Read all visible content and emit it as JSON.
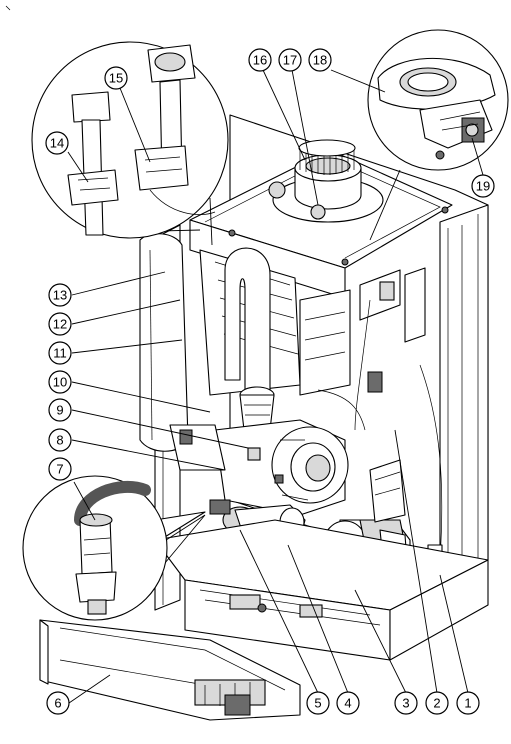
{
  "figure": {
    "callouts": [
      {
        "id": "c1",
        "label": "1"
      },
      {
        "id": "c2",
        "label": "2"
      },
      {
        "id": "c3",
        "label": "3"
      },
      {
        "id": "c4",
        "label": "4"
      },
      {
        "id": "c5",
        "label": "5"
      },
      {
        "id": "c6",
        "label": "6"
      },
      {
        "id": "c7",
        "label": "7"
      },
      {
        "id": "c8",
        "label": "8"
      },
      {
        "id": "c9",
        "label": "9"
      },
      {
        "id": "c10",
        "label": "10"
      },
      {
        "id": "c11",
        "label": "11"
      },
      {
        "id": "c12",
        "label": "12"
      },
      {
        "id": "c13",
        "label": "13"
      },
      {
        "id": "c14",
        "label": "14"
      },
      {
        "id": "c15",
        "label": "15"
      },
      {
        "id": "c16",
        "label": "16"
      },
      {
        "id": "c17",
        "label": "17"
      },
      {
        "id": "c18",
        "label": "18"
      },
      {
        "id": "c19",
        "label": "19"
      }
    ]
  }
}
